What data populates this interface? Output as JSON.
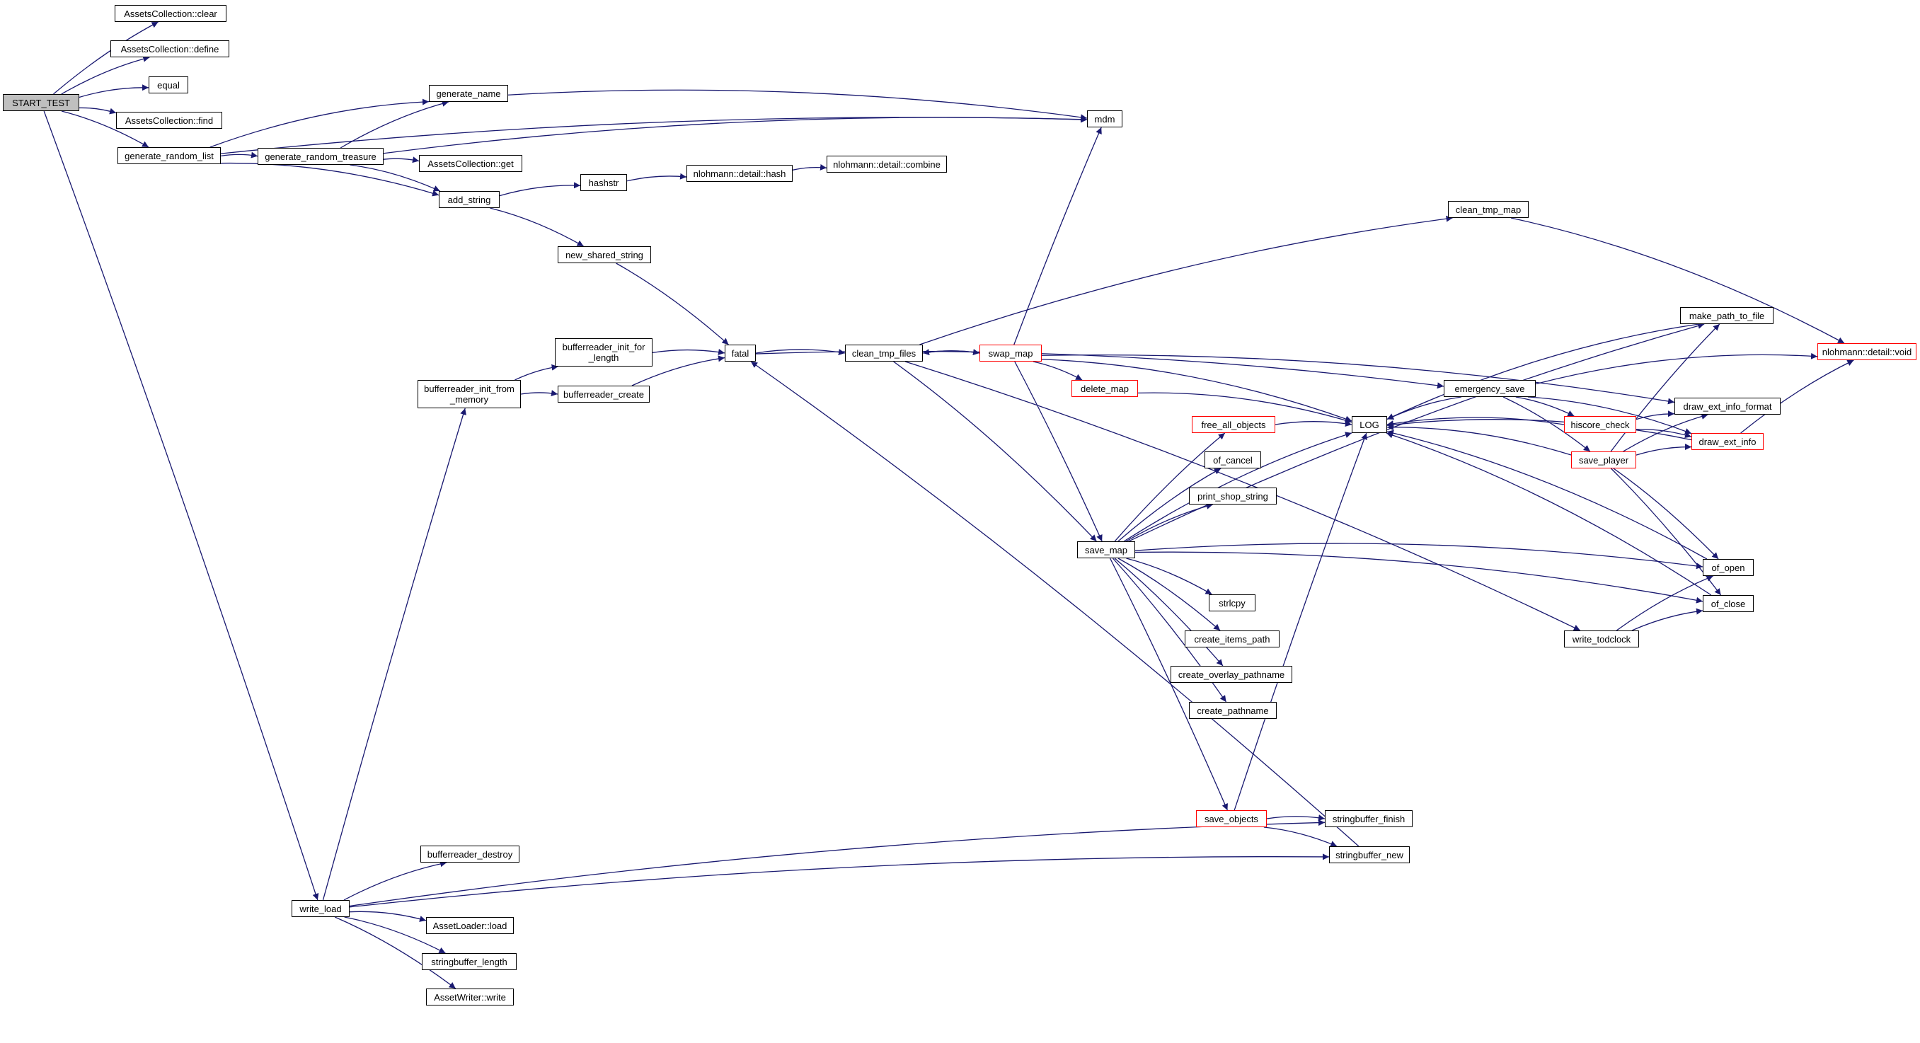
{
  "graph": {
    "colors": {
      "edge": "#191970",
      "node_border": "#000000",
      "truncated_border": "#ff0000",
      "root_fill": "#bfbfbf"
    },
    "nodes": {
      "start_test": "START_TEST",
      "ac_clear": "AssetsCollection::clear",
      "ac_define": "AssetsCollection::define",
      "equal": "equal",
      "ac_find": "AssetsCollection::find",
      "gen_random_list": "generate_random_list",
      "generate_name": "generate_name",
      "mdm": "mdm",
      "gen_random_treasure": "generate_random_treasure",
      "ac_get": "AssetsCollection::get",
      "add_string": "add_string",
      "hashstr": "hashstr",
      "nl_hash": "nlohmann::detail::hash",
      "nl_combine": "nlohmann::detail::combine",
      "new_shared_string": "new_shared_string",
      "br_init_len": "bufferreader_init_for\n_length",
      "br_init_mem": "bufferreader_init_from\n_memory",
      "br_create": "bufferreader_create",
      "fatal": "fatal",
      "clean_tmp_files": "clean_tmp_files",
      "clean_tmp_map": "clean_tmp_map",
      "swap_map": "swap_map",
      "delete_map": "delete_map",
      "free_all_objects": "free_all_objects",
      "of_cancel": "of_cancel",
      "print_shop_string": "print_shop_string",
      "save_map": "save_map",
      "strlcpy": "strlcpy",
      "create_items_path": "create_items_path",
      "create_overlay_pathname": "create_overlay_pathname",
      "create_pathname": "create_pathname",
      "save_objects": "save_objects",
      "log": "LOG",
      "emergency_save": "emergency_save",
      "hiscore_check": "hiscore_check",
      "save_player": "save_player",
      "make_path_to_file": "make_path_to_file",
      "nl_void": "nlohmann::detail::void",
      "draw_ext_info_format": "draw_ext_info_format",
      "draw_ext_info": "draw_ext_info",
      "of_open": "of_open",
      "of_close": "of_close",
      "write_todclock": "write_todclock",
      "sb_finish": "stringbuffer_finish",
      "sb_new": "stringbuffer_new",
      "br_destroy": "bufferreader_destroy",
      "write_load": "write_load",
      "al_load": "AssetLoader::load",
      "sb_length": "stringbuffer_length",
      "aw_write": "AssetWriter::write"
    },
    "edges": [
      [
        "start_test",
        "ac_clear"
      ],
      [
        "start_test",
        "ac_define"
      ],
      [
        "start_test",
        "equal"
      ],
      [
        "start_test",
        "ac_find"
      ],
      [
        "start_test",
        "gen_random_list"
      ],
      [
        "start_test",
        "write_load"
      ],
      [
        "gen_random_list",
        "mdm"
      ],
      [
        "gen_random_list",
        "generate_name"
      ],
      [
        "gen_random_list",
        "gen_random_treasure"
      ],
      [
        "gen_random_list",
        "add_string"
      ],
      [
        "generate_name",
        "mdm"
      ],
      [
        "gen_random_treasure",
        "generate_name"
      ],
      [
        "gen_random_treasure",
        "mdm"
      ],
      [
        "gen_random_treasure",
        "ac_get"
      ],
      [
        "gen_random_treasure",
        "add_string"
      ],
      [
        "add_string",
        "hashstr"
      ],
      [
        "add_string",
        "new_shared_string"
      ],
      [
        "hashstr",
        "nl_hash"
      ],
      [
        "nl_hash",
        "nl_combine"
      ],
      [
        "new_shared_string",
        "fatal"
      ],
      [
        "br_init_mem",
        "br_init_len"
      ],
      [
        "br_init_mem",
        "br_create"
      ],
      [
        "br_init_len",
        "fatal"
      ],
      [
        "br_create",
        "fatal"
      ],
      [
        "fatal",
        "emergency_save"
      ],
      [
        "fatal",
        "clean_tmp_files"
      ],
      [
        "clean_tmp_files",
        "clean_tmp_map"
      ],
      [
        "clean_tmp_files",
        "swap_map"
      ],
      [
        "clean_tmp_files",
        "save_map"
      ],
      [
        "clean_tmp_files",
        "write_todclock"
      ],
      [
        "swap_map",
        "clean_tmp_files"
      ],
      [
        "swap_map",
        "mdm"
      ],
      [
        "swap_map",
        "delete_map"
      ],
      [
        "swap_map",
        "log"
      ],
      [
        "swap_map",
        "save_map"
      ],
      [
        "swap_map",
        "draw_ext_info_format"
      ],
      [
        "delete_map",
        "log"
      ],
      [
        "free_all_objects",
        "log"
      ],
      [
        "save_map",
        "free_all_objects"
      ],
      [
        "save_map",
        "of_cancel"
      ],
      [
        "save_map",
        "print_shop_string"
      ],
      [
        "save_map",
        "log"
      ],
      [
        "save_map",
        "strlcpy"
      ],
      [
        "save_map",
        "create_items_path"
      ],
      [
        "save_map",
        "create_overlay_pathname"
      ],
      [
        "save_map",
        "create_pathname"
      ],
      [
        "save_map",
        "save_objects"
      ],
      [
        "save_map",
        "of_open"
      ],
      [
        "save_map",
        "of_close"
      ],
      [
        "save_map",
        "make_path_to_file"
      ],
      [
        "save_objects",
        "log"
      ],
      [
        "save_objects",
        "sb_finish"
      ],
      [
        "save_objects",
        "sb_new"
      ],
      [
        "sb_new",
        "fatal"
      ],
      [
        "emergency_save",
        "log"
      ],
      [
        "emergency_save",
        "nl_void"
      ],
      [
        "emergency_save",
        "hiscore_check"
      ],
      [
        "emergency_save",
        "save_player"
      ],
      [
        "emergency_save",
        "draw_ext_info"
      ],
      [
        "hiscore_check",
        "log"
      ],
      [
        "hiscore_check",
        "draw_ext_info_format"
      ],
      [
        "hiscore_check",
        "draw_ext_info"
      ],
      [
        "save_player",
        "log"
      ],
      [
        "save_player",
        "make_path_to_file"
      ],
      [
        "save_player",
        "draw_ext_info_format"
      ],
      [
        "save_player",
        "draw_ext_info"
      ],
      [
        "save_player",
        "of_open"
      ],
      [
        "save_player",
        "of_close"
      ],
      [
        "make_path_to_file",
        "log"
      ],
      [
        "draw_ext_info",
        "log"
      ],
      [
        "draw_ext_info",
        "nl_void"
      ],
      [
        "clean_tmp_map",
        "nl_void"
      ],
      [
        "of_open",
        "log"
      ],
      [
        "of_close",
        "log"
      ],
      [
        "write_todclock",
        "of_open"
      ],
      [
        "write_todclock",
        "of_close"
      ],
      [
        "write_load",
        "br_init_mem"
      ],
      [
        "write_load",
        "br_destroy"
      ],
      [
        "write_load",
        "al_load"
      ],
      [
        "write_load",
        "sb_length"
      ],
      [
        "write_load",
        "aw_write"
      ],
      [
        "write_load",
        "sb_finish"
      ],
      [
        "write_load",
        "sb_new"
      ]
    ]
  }
}
